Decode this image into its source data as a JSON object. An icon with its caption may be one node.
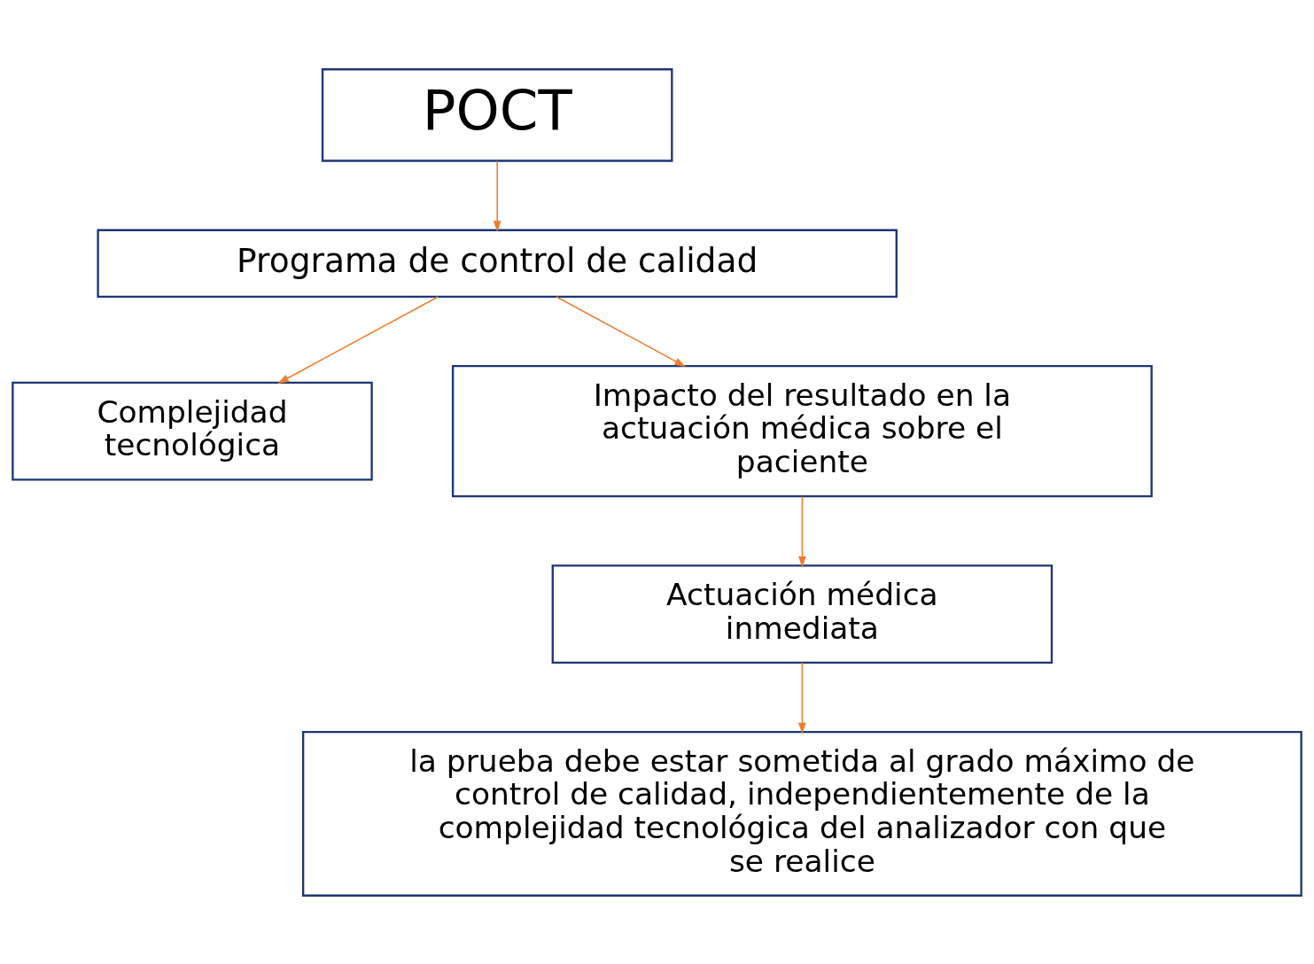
{
  "diagram": {
    "nodes": [
      {
        "text": [
          "POCT"
        ]
      },
      {
        "text": [
          "Programa de control de calidad"
        ]
      },
      {
        "text": [
          "Complejidad tecnológica"
        ]
      },
      {
        "text": [
          "Impacto del resultado en la actuación médica sobre el paciente"
        ]
      },
      {
        "text": [
          "Actuación médica inmediata"
        ]
      },
      {
        "text": [
          "la prueba debe estar sometida al grado máximo de control de calidad, independientemente de la complejidad tecnológica del analizador con que se realice"
        ]
      }
    ],
    "edges": [
      {
        "from": 0,
        "to": 1,
        "arrow": "to"
      },
      {
        "from": 1,
        "to": 2,
        "arrow": "to"
      },
      {
        "from": 1,
        "to": 3,
        "arrow": "to"
      },
      {
        "from": 3,
        "to": 4,
        "arrow": "to"
      },
      {
        "from": 4,
        "to": 5,
        "arrow": "to"
      }
    ]
  }
}
